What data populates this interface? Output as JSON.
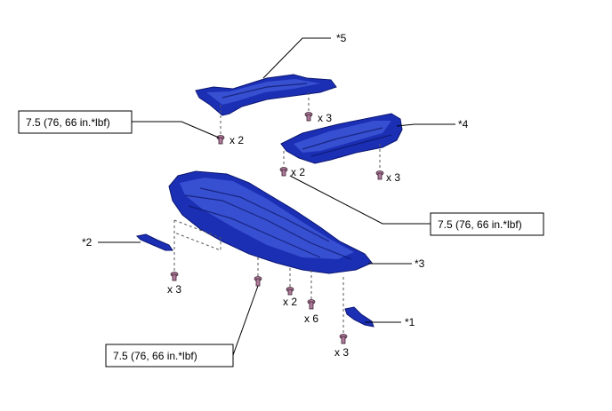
{
  "callouts": {
    "c1": "*1",
    "c2": "*2",
    "c3": "*3",
    "c4": "*4",
    "c5": "*5"
  },
  "torque": {
    "t1": "7.5 (76, 66 in.*lbf)",
    "t2": "7.5 (76, 66 in.*lbf)",
    "t3": "7.5 (76, 66 in.*lbf)"
  },
  "quantities": {
    "q_top_right": "x 3",
    "q_top_left": "x 2",
    "q_mid_left": "x 2",
    "q_mid_right": "x 3",
    "q_left": "x 3",
    "q_center": "x 2",
    "q_center2": "x 6",
    "q_bottom": "x 3"
  },
  "colors": {
    "cover": "#1b2fb5",
    "cover_edge": "#0b1670",
    "bolt": "#b07b9b"
  }
}
